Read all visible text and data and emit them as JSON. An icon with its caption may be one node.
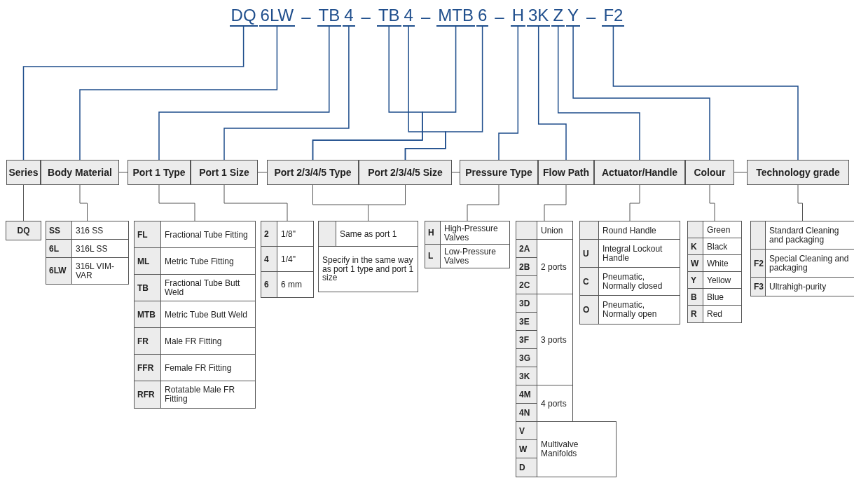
{
  "diagram": {
    "nodes": [
      {
        "text": [
          "DQ"
        ]
      },
      {
        "text": [
          "6LW"
        ]
      },
      {
        "text": [
          "TB"
        ]
      },
      {
        "text": [
          "4"
        ]
      },
      {
        "text": [
          "TB"
        ]
      },
      {
        "text": [
          "4"
        ]
      },
      {
        "text": [
          "MTB"
        ]
      },
      {
        "text": [
          "6"
        ]
      },
      {
        "text": [
          "H"
        ]
      },
      {
        "text": [
          "3K"
        ]
      },
      {
        "text": [
          "Z"
        ]
      },
      {
        "text": [
          "Y"
        ]
      },
      {
        "text": [
          "F2"
        ]
      },
      {
        "text": [
          "Series"
        ]
      },
      {
        "text": [
          "Body Material"
        ]
      },
      {
        "text": [
          "Port 1 Type"
        ]
      },
      {
        "text": [
          "Port 1 Size"
        ]
      },
      {
        "text": [
          "Port 2/3/4/5 Type"
        ]
      },
      {
        "text": [
          "Port 2/3/4/5 Size"
        ]
      },
      {
        "text": [
          "Pressure Type"
        ]
      },
      {
        "text": [
          "Flow Path"
        ]
      },
      {
        "text": [
          "Actuator/Handle"
        ]
      },
      {
        "text": [
          "Colour"
        ]
      },
      {
        "text": [
          "Technology grade"
        ]
      },
      {
        "text": [
          "DQ"
        ]
      },
      {
        "text": [
          "SS",
          "316 SS",
          "6L",
          "316L SS",
          "6LW",
          "316L VIM-VAR"
        ]
      },
      {
        "text": [
          "FL",
          "Fractional Tube Fitting",
          "ML",
          "Metric Tube Fitting",
          "TB",
          "Fractional Tube Butt Weld",
          "MTB",
          "Metric Tube Butt Weld",
          "FR",
          "Male FR Fitting",
          "FFR",
          "Female FR Fitting",
          "RFR",
          "Rotatable Male FR Fitting"
        ]
      },
      {
        "text": [
          "2",
          "1/8\"",
          "4",
          "1/4\"",
          "6",
          "6 mm"
        ]
      },
      {
        "text": [
          "Same as port 1",
          "Specify in the same way as port 1 type and port 1 size"
        ]
      },
      {
        "text": [
          "H",
          "High-Pressure Valves",
          "L",
          "Low-Pressure Valves"
        ]
      },
      {
        "text": [
          "Union",
          "2A",
          "2B",
          "2C",
          "2 ports",
          "3D",
          "3E",
          "3F",
          "3G",
          "3K",
          "3 ports",
          "4M",
          "4N",
          "4 ports",
          "V",
          "W",
          "D",
          "Multivalve Manifolds"
        ]
      },
      {
        "text": [
          "Round Handle",
          "U",
          "Integral Lockout Handle",
          "C",
          "Pneumatic, Normally closed",
          "O",
          "Pneumatic, Normally open"
        ]
      },
      {
        "text": [
          "Green",
          "K",
          "Black",
          "W",
          "White",
          "Y",
          "Yellow",
          "B",
          "Blue",
          "R",
          "Red"
        ]
      },
      {
        "text": [
          "Standard Cleaning and packaging",
          "F2",
          "Special Cleaning and packaging",
          "F3",
          "Ultrahigh-purity"
        ]
      }
    ],
    "edges": [
      {
        "from": 0,
        "to": 13,
        "arrow": "none",
        "color": "#1f4e8c"
      },
      {
        "from": 1,
        "to": 14,
        "arrow": "none",
        "color": "#1f4e8c"
      },
      {
        "from": 2,
        "to": 15,
        "arrow": "none",
        "color": "#1f4e8c"
      },
      {
        "from": 3,
        "to": 16,
        "arrow": "none",
        "color": "#1f4e8c"
      },
      {
        "from": 4,
        "to": 17,
        "arrow": "none",
        "color": "#1f4e8c"
      },
      {
        "from": 5,
        "to": 18,
        "arrow": "none",
        "color": "#1f4e8c"
      },
      {
        "from": 6,
        "to": 17,
        "arrow": "none",
        "color": "#1f4e8c"
      },
      {
        "from": 7,
        "to": 18,
        "arrow": "none",
        "color": "#1f4e8c"
      },
      {
        "from": 8,
        "to": 19,
        "arrow": "none",
        "color": "#1f4e8c"
      },
      {
        "from": 9,
        "to": 20,
        "arrow": "none",
        "color": "#1f4e8c"
      },
      {
        "from": 10,
        "to": 21,
        "arrow": "none",
        "color": "#1f4e8c"
      },
      {
        "from": 11,
        "to": 22,
        "arrow": "none",
        "color": "#1f4e8c"
      },
      {
        "from": 12,
        "to": 23,
        "arrow": "none",
        "color": "#1f4e8c"
      },
      {
        "from": 14,
        "to": 15,
        "arrow": "none"
      },
      {
        "from": 16,
        "to": 17,
        "arrow": "none"
      },
      {
        "from": 18,
        "to": 19,
        "arrow": "none"
      },
      {
        "from": 22,
        "to": 23,
        "arrow": "none"
      },
      {
        "from": 13,
        "to": 24,
        "arrow": "none"
      },
      {
        "from": 14,
        "to": 25,
        "arrow": "none"
      },
      {
        "from": 15,
        "to": 26,
        "arrow": "none"
      },
      {
        "from": 16,
        "to": 27,
        "arrow": "none"
      },
      {
        "from": 17,
        "to": 28,
        "arrow": "none"
      },
      {
        "from": 18,
        "to": 28,
        "arrow": "none"
      },
      {
        "from": 19,
        "to": 29,
        "arrow": "none"
      },
      {
        "from": 20,
        "to": 30,
        "arrow": "none"
      },
      {
        "from": 21,
        "to": 31,
        "arrow": "none"
      },
      {
        "from": 22,
        "to": 32,
        "arrow": "none"
      },
      {
        "from": 23,
        "to": 33,
        "arrow": "none"
      }
    ],
    "labels": [
      "–",
      "–",
      "–",
      "–",
      "–"
    ]
  }
}
